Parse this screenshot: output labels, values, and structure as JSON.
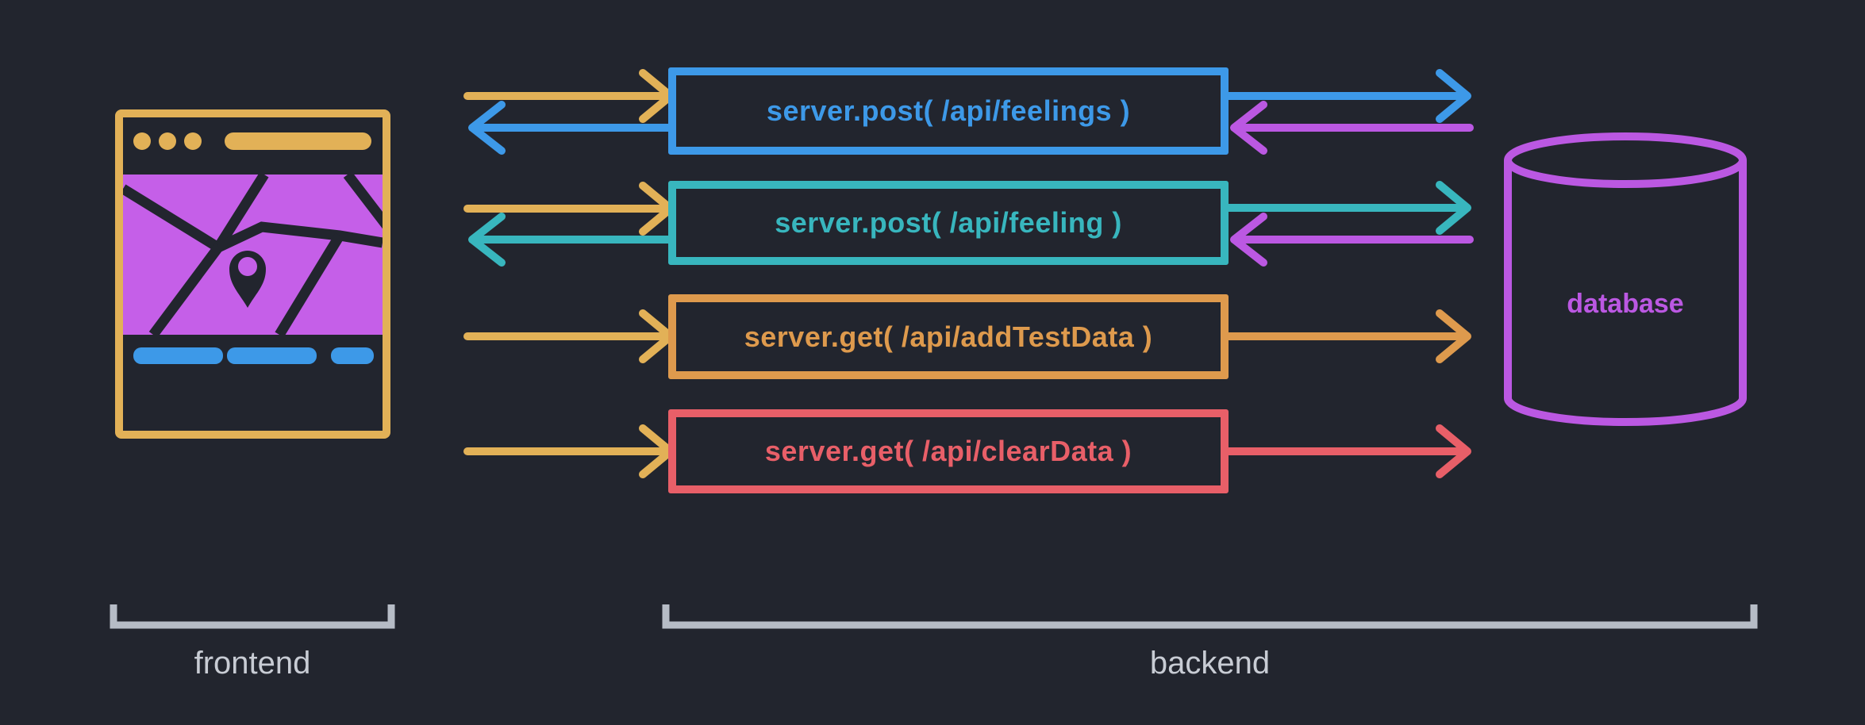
{
  "colors": {
    "background": "#22252e",
    "request_yellow": "#e2b157",
    "blue": "#3d99e8",
    "teal": "#38b6be",
    "orange": "#de9a4d",
    "red": "#e85f68",
    "purple": "#bb58e2",
    "map_purple": "#c55fe8",
    "bracket_gray": "#b6bcc6",
    "group_label_gray": "#c8ccd4"
  },
  "frontend": {
    "icon": "map-browser-icon",
    "group_label": "frontend"
  },
  "backend": {
    "group_label": "backend"
  },
  "database": {
    "icon": "database-cylinder-icon",
    "label": "database"
  },
  "endpoints": [
    {
      "label": "server.post( /api/feelings )",
      "color": "#3d99e8",
      "request_arrow_color": "#e2b157",
      "response_arrow_color": "#3d99e8",
      "db_request_arrow_color": "#3d99e8",
      "db_response_arrow_color": "#bb58e2"
    },
    {
      "label": "server.post( /api/feeling )",
      "color": "#38b6be",
      "request_arrow_color": "#e2b157",
      "response_arrow_color": "#38b6be",
      "db_request_arrow_color": "#38b6be",
      "db_response_arrow_color": "#bb58e2"
    },
    {
      "label": "server.get( /api/addTestData )",
      "color": "#de9a4d",
      "request_arrow_color": "#e2b157",
      "db_request_arrow_color": "#de9a4d"
    },
    {
      "label": "server.get( /api/clearData )",
      "color": "#e85f68",
      "request_arrow_color": "#e2b157",
      "db_request_arrow_color": "#e85f68"
    }
  ]
}
